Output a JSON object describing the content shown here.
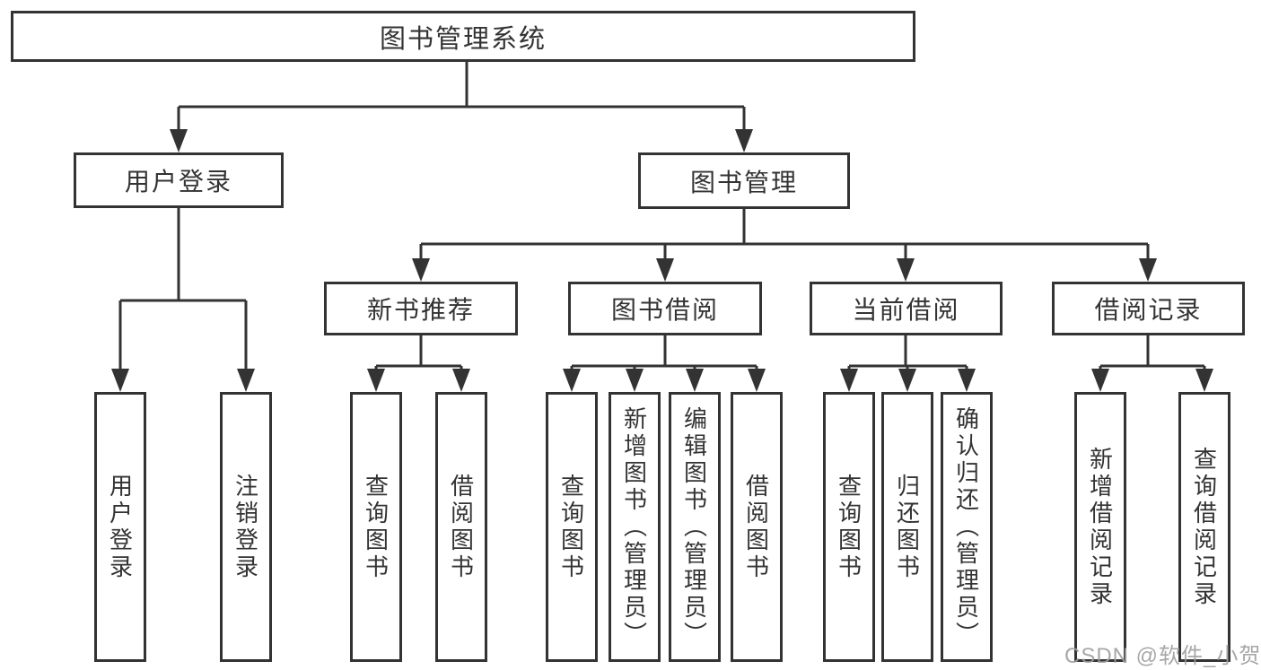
{
  "colors": {
    "line": "#333333",
    "text": "#333333",
    "box_border": "#333333",
    "watermark": "#9e9e9e",
    "background": "#ffffff"
  },
  "diagram": {
    "root": {
      "label": "图书管理系统"
    },
    "level2": {
      "user_login": {
        "label": "用户登录"
      },
      "book_management": {
        "label": "图书管理"
      }
    },
    "level3": {
      "new_book_recommend": {
        "label": "新书推荐"
      },
      "book_borrow": {
        "label": "图书借阅"
      },
      "current_borrow": {
        "label": "当前借阅"
      },
      "borrow_records": {
        "label": "借阅记录"
      }
    },
    "leaves": {
      "user_login": [
        "用户登录",
        "注销登录"
      ],
      "new_book_recommend": [
        "查询图书",
        "借阅图书"
      ],
      "book_borrow": [
        "查询图书",
        "新增图书（管理员）",
        "编辑图书（管理员）",
        "借阅图书"
      ],
      "current_borrow": [
        "查询图书",
        "归还图书",
        "确认归还（管理员）"
      ],
      "borrow_records": [
        "新增借阅记录",
        "查询借阅记录"
      ]
    }
  },
  "watermark": {
    "text": "CSDN @软件_小贺同学"
  }
}
